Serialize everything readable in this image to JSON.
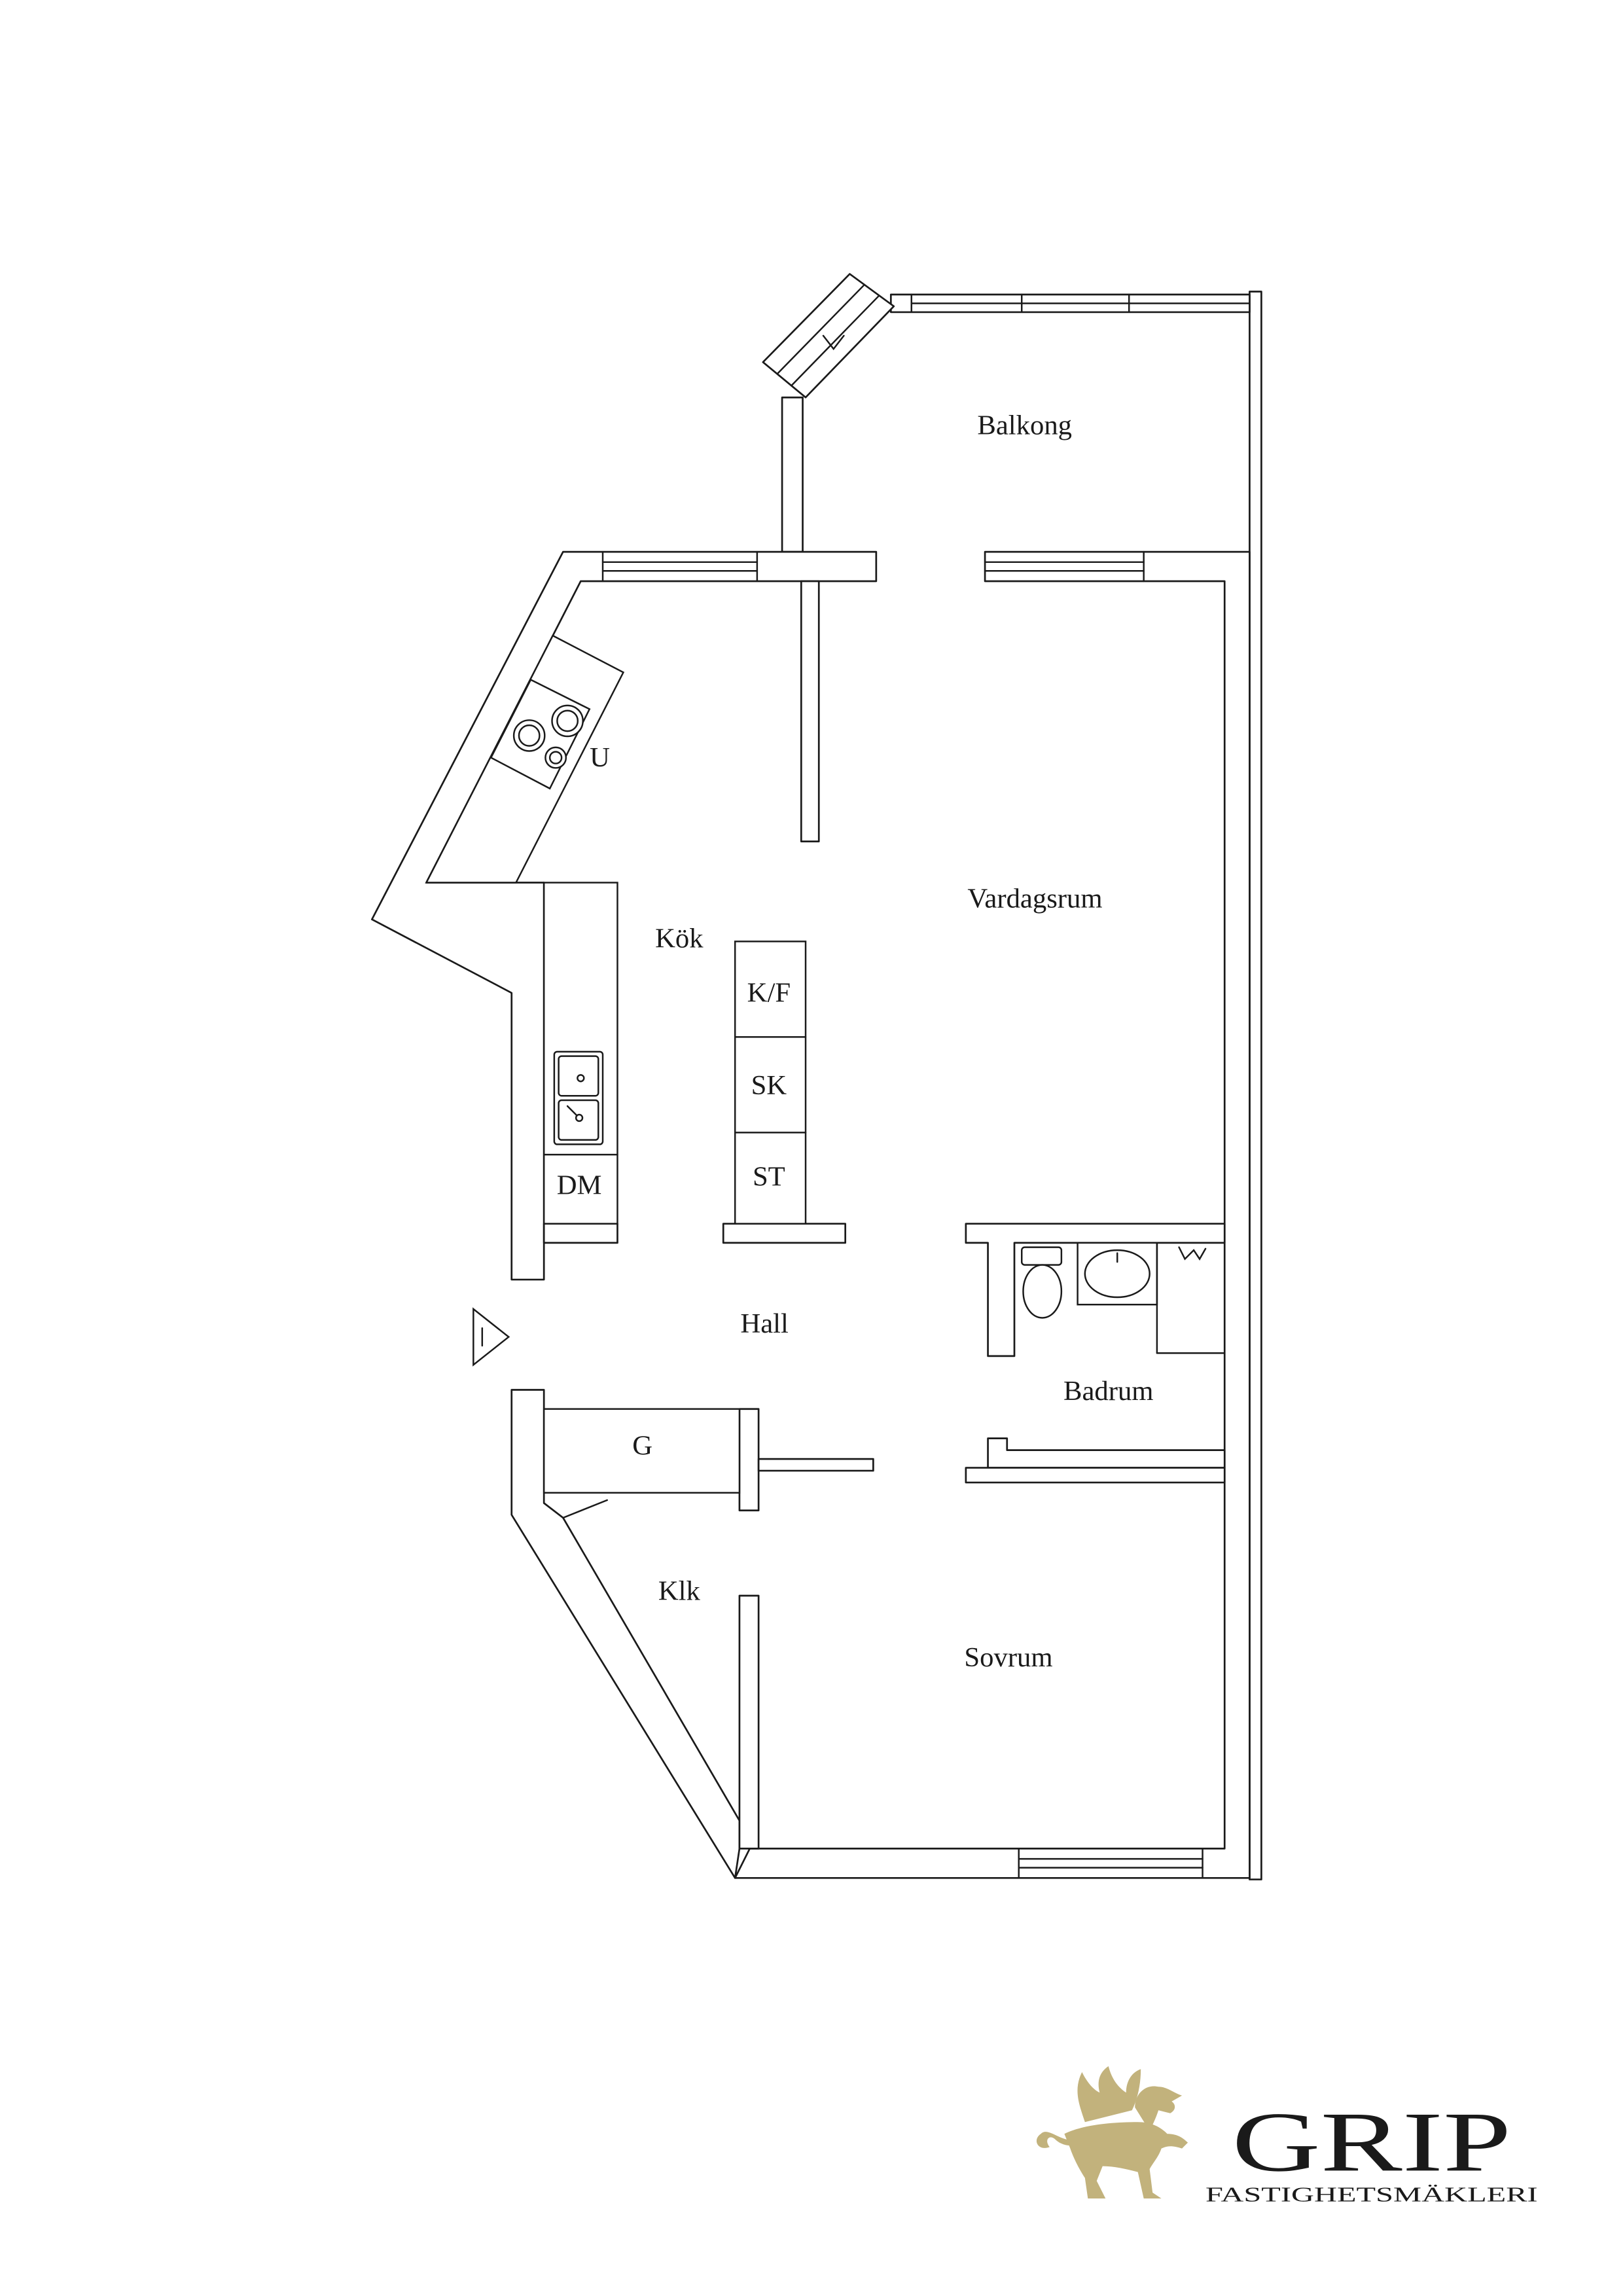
{
  "plan": {
    "rooms": {
      "balkong": "Balkong",
      "kok": "Kök",
      "vardagsrum": "Vardagsrum",
      "hall": "Hall",
      "badrum": "Badrum",
      "sovrum": "Sovrum",
      "klk": "Klk"
    },
    "fixtures": {
      "u": "U",
      "kf": "K/F",
      "sk": "SK",
      "st": "ST",
      "dm": "DM",
      "g": "G"
    }
  },
  "logo": {
    "name": "GRIP",
    "tagline": "FASTIGHETSMÄKLERI",
    "color": "#c2b27c"
  },
  "colors": {
    "line": "#1a1a1a",
    "background": "#ffffff"
  }
}
